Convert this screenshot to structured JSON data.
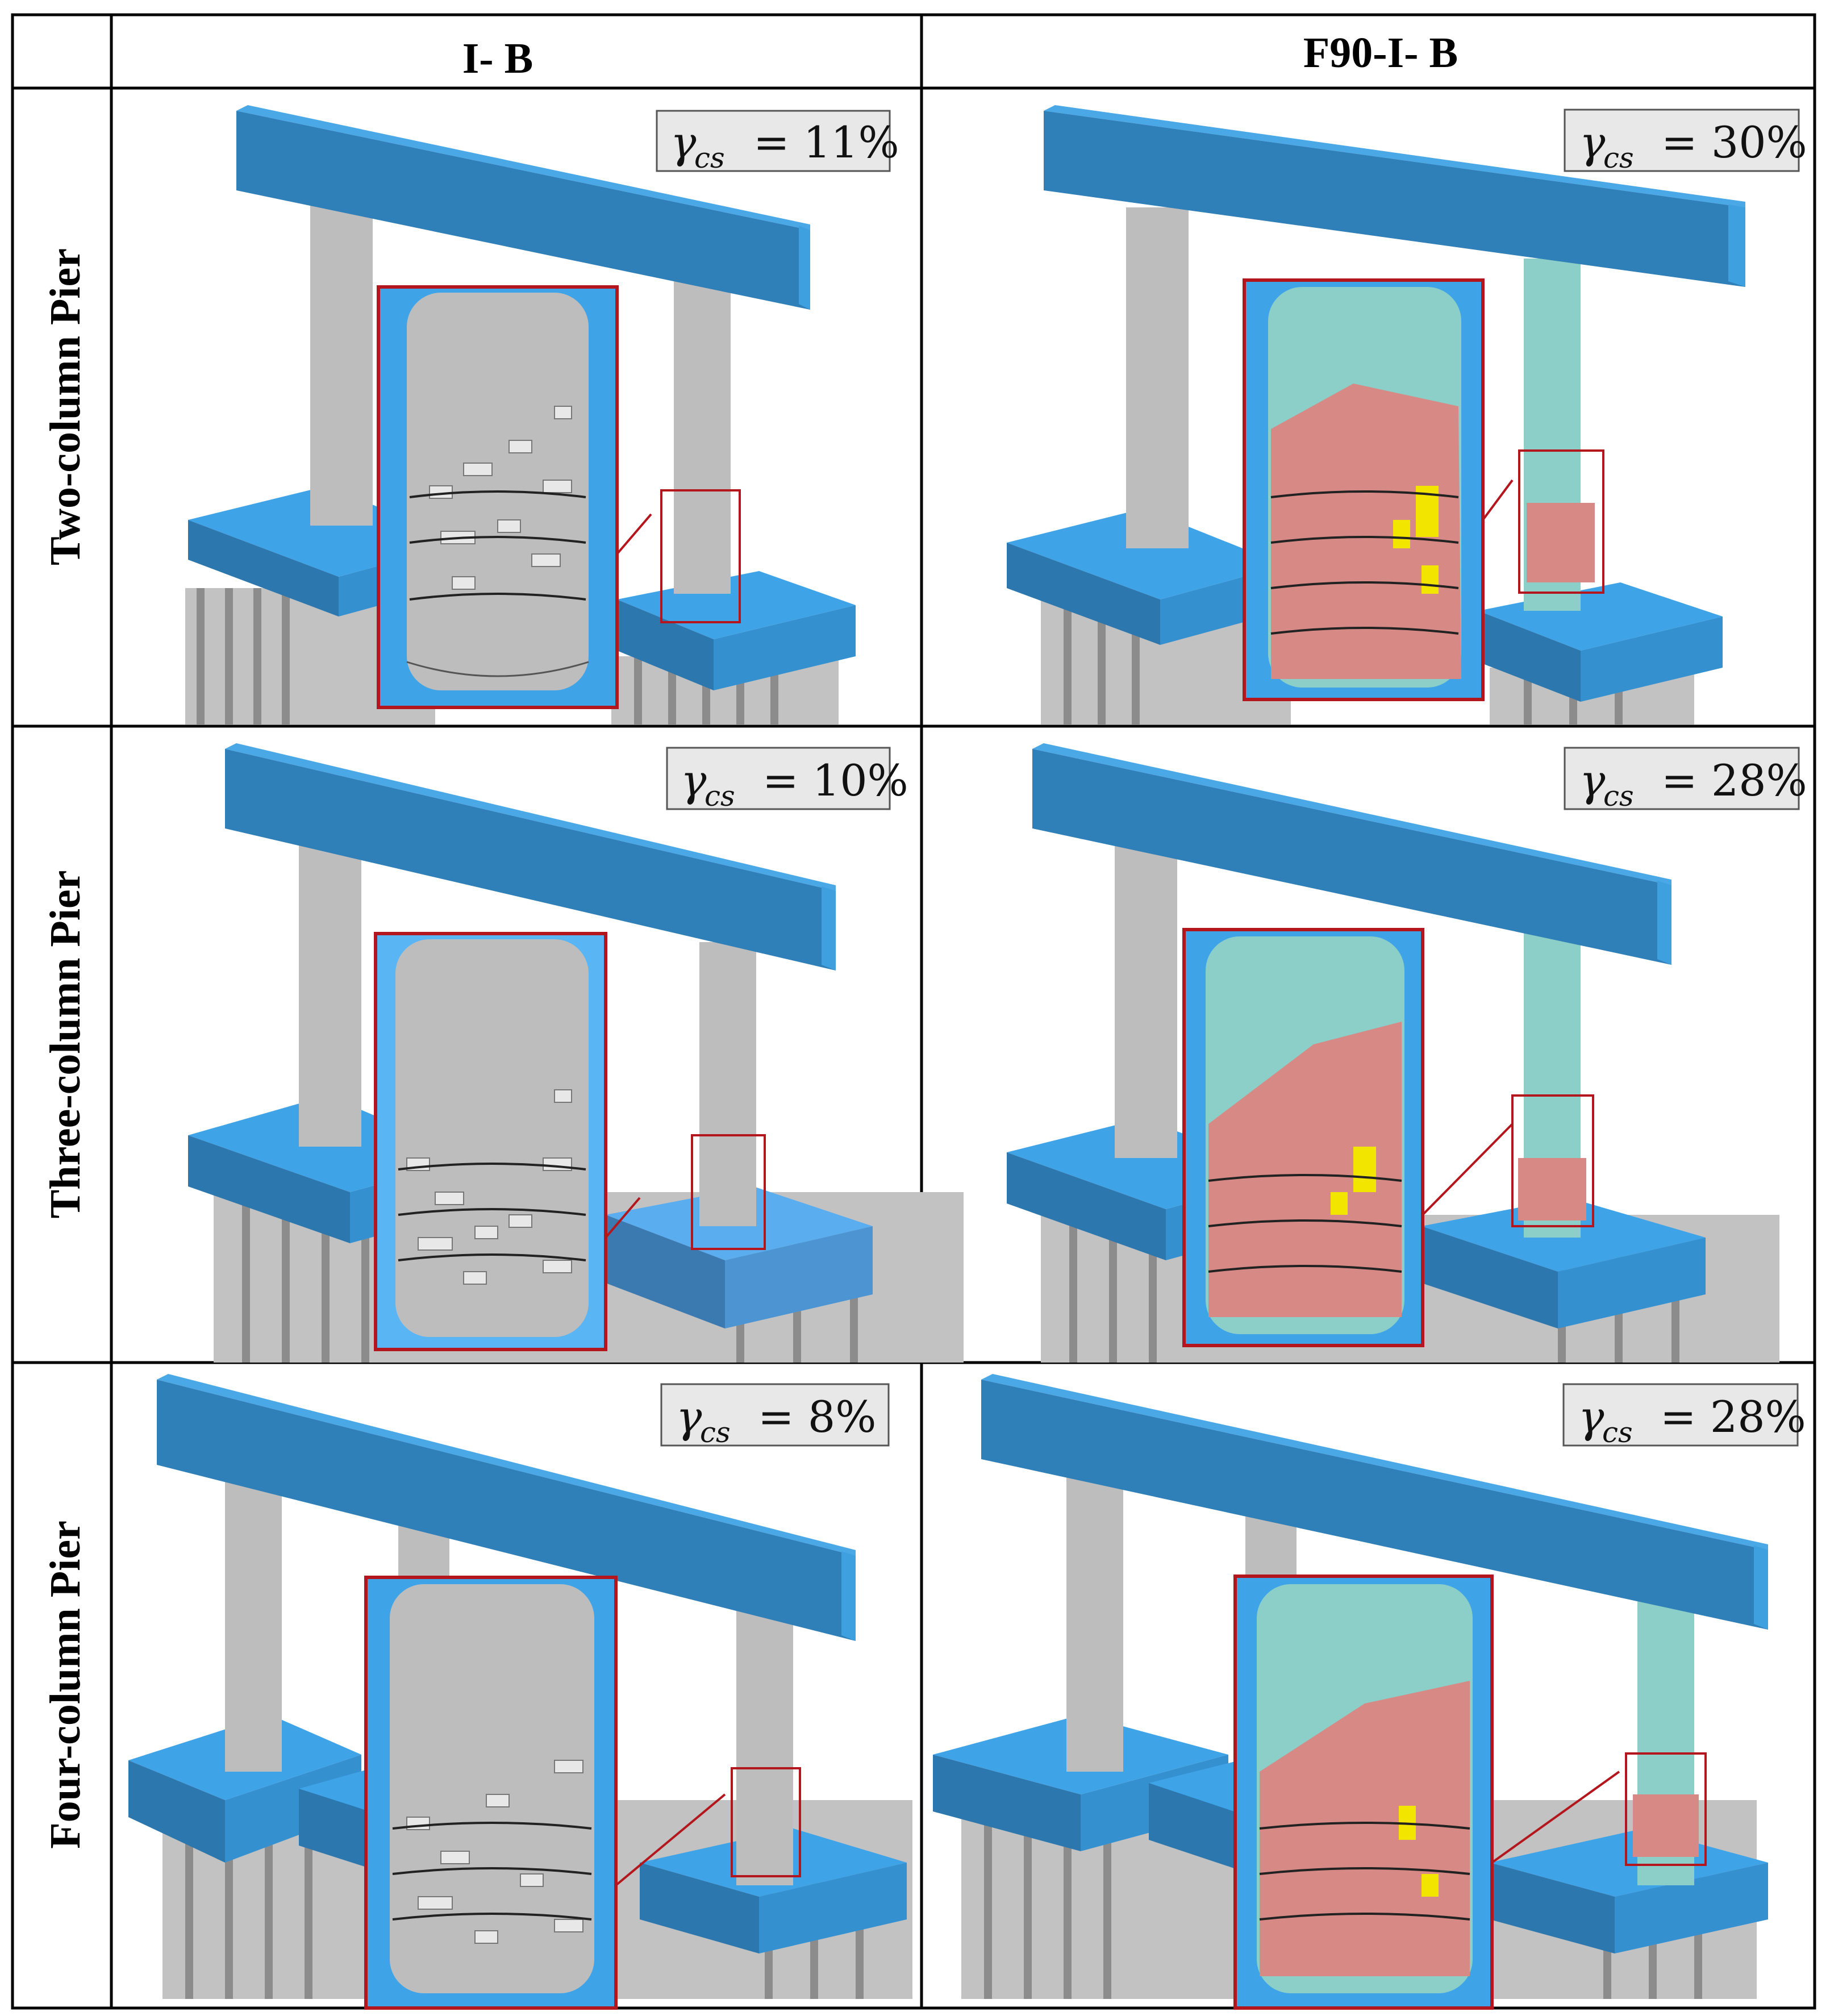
{
  "columns": {
    "col1": "I- B",
    "col2": "F90-I- B"
  },
  "rows": {
    "row1": "Two-column Pier",
    "row2": "Three-column Pier",
    "row3": "Four-column Pier"
  },
  "gamma": {
    "symbol": "γ",
    "subscript": "cs",
    "r1c1": "= 11%",
    "r1c2": "= 30%",
    "r2c1": "= 10%",
    "r2c2": "= 28%",
    "r3c1": "= 8%",
    "r3c2": "= 28%"
  },
  "colors": {
    "cap_beam": "#2f7fb8",
    "pile_cap": "#3fa3e8",
    "concrete_column": "#bdbdbd",
    "frp_column": "#8ccfc9",
    "damage_pink": "#d78a85",
    "damage_yellow": "#f2e600",
    "zoom_frame": "#b3161c"
  }
}
